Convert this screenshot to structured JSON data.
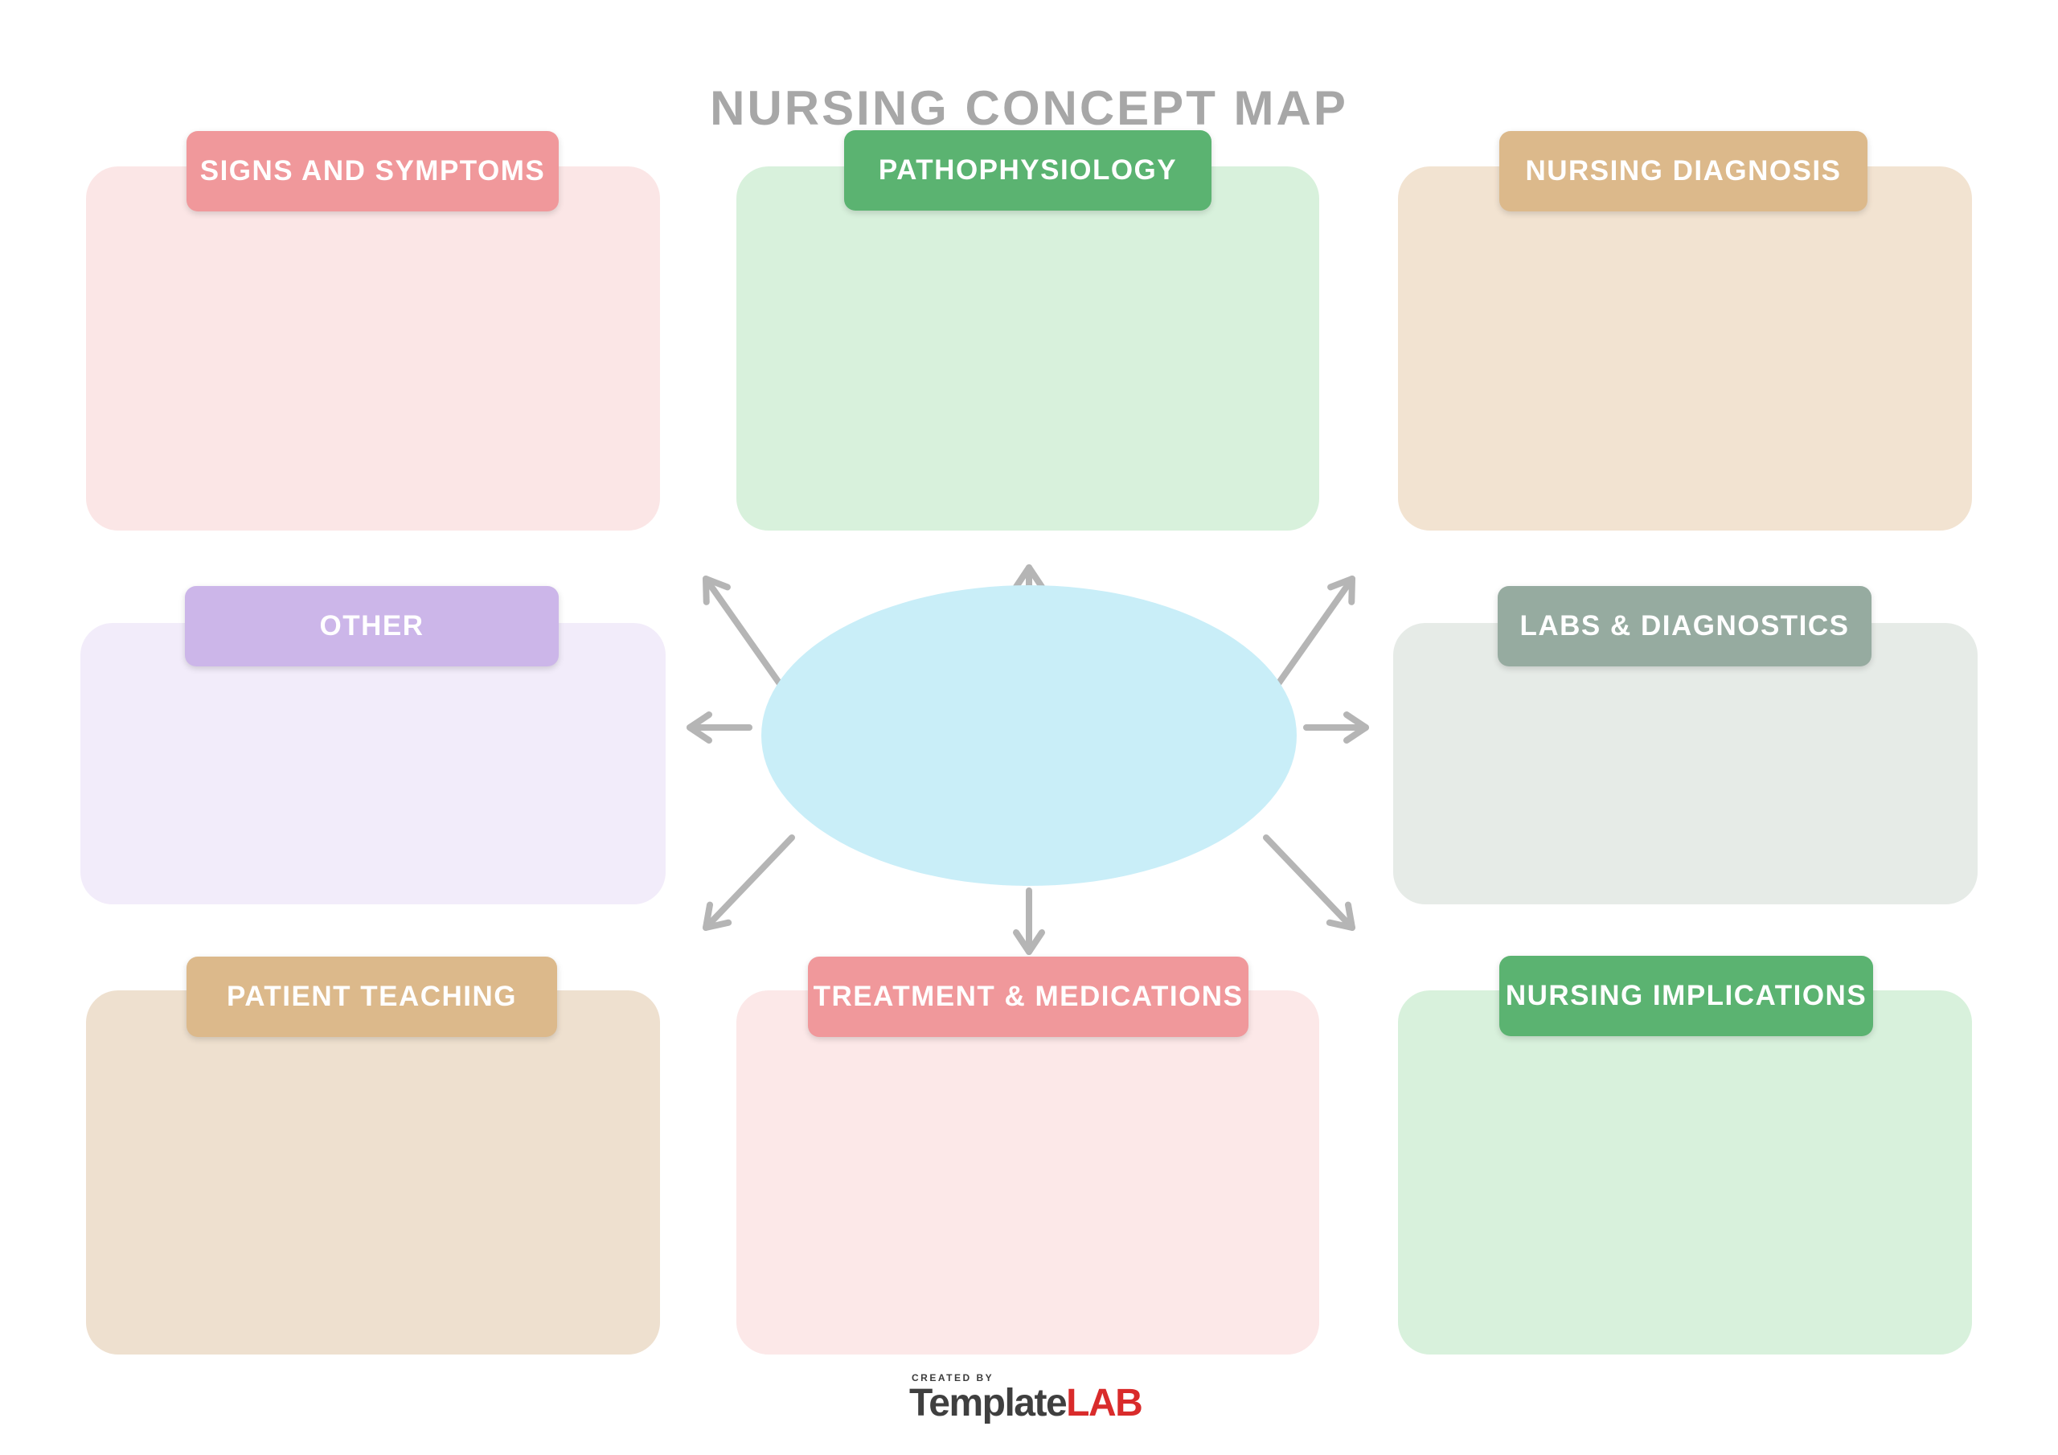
{
  "title": "NURSING CONCEPT MAP",
  "colors": {
    "background": "#ffffff",
    "title": "#a7a7a7",
    "arrow": "#b5b5b5",
    "ellipse": "#c9eef8"
  },
  "sections": [
    {
      "label": "SIGNS AND SYMPTOMS",
      "label_bg": "#f0989b",
      "panel_bg": "#fbe6e6"
    },
    {
      "label": "PATHOPHYSIOLOGY",
      "label_bg": "#5bb371",
      "panel_bg": "#d8f1dc"
    },
    {
      "label": "NURSING DIAGNOSIS",
      "label_bg": "#dcb98b",
      "panel_bg": "#f2e3d1"
    },
    {
      "label": "OTHER",
      "label_bg": "#ccb6e9",
      "panel_bg": "#f2ecfa"
    },
    {
      "label": "LABS & DIAGNOSTICS",
      "label_bg": "#96aba0",
      "panel_bg": "#e6ebe7"
    },
    {
      "label": "PATIENT TEACHING",
      "label_bg": "#dcb98b",
      "panel_bg": "#eee0cf"
    },
    {
      "label": "TREATMENT & MEDICATIONS",
      "label_bg": "#f0989b",
      "panel_bg": "#fce8e8"
    },
    {
      "label": "NURSING IMPLICATIONS",
      "label_bg": "#5bb371",
      "panel_bg": "#d8f1dc"
    }
  ],
  "center_topic": {
    "value": ""
  },
  "footer": {
    "created_by": "CREATED BY",
    "brand_primary": "Template",
    "brand_secondary": "LAB",
    "brand_primary_color": "#3f3f3f",
    "brand_secondary_color": "#d92b2b"
  }
}
